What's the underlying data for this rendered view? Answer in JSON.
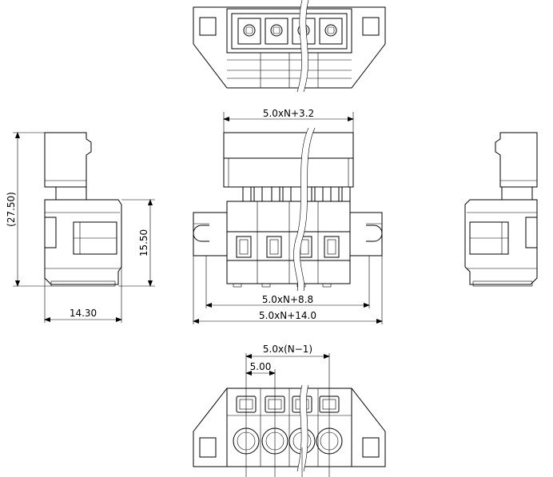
{
  "dimensions": {
    "top_width": "5.0xN+3.2",
    "pitch_total": "5.0x(N−1)",
    "pitch": "5.00",
    "mid_width": "5.0xN+8.8",
    "overall_width": "5.0xN+14.0",
    "side_height": "(27.50)",
    "side_body_height": "15.50",
    "side_depth": "14.30"
  }
}
